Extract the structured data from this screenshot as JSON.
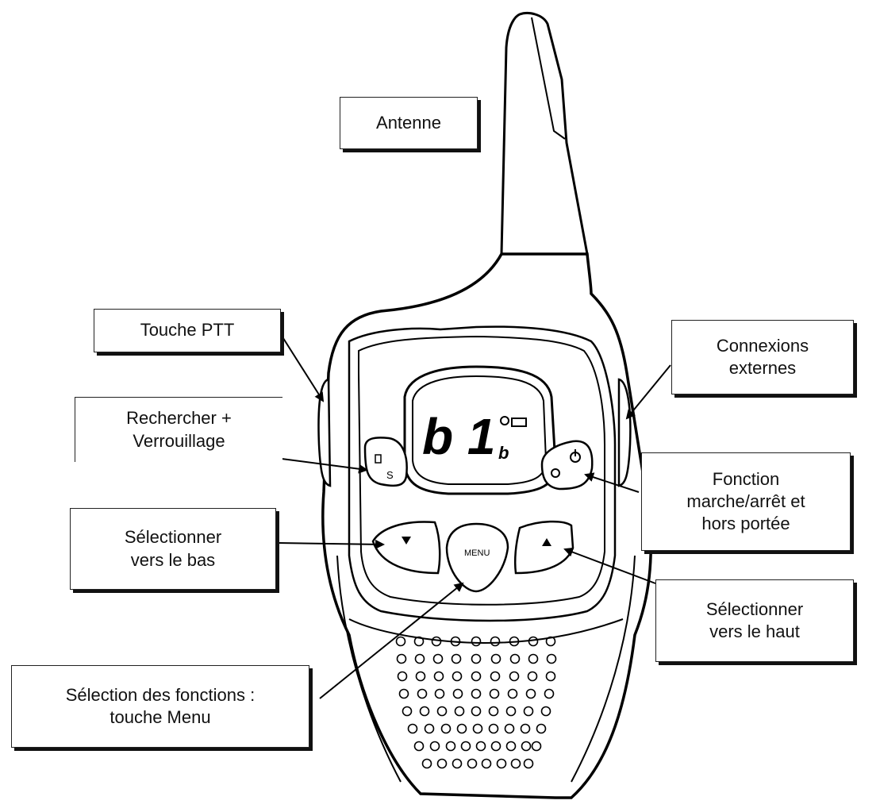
{
  "labels": {
    "antenna": "Antenne",
    "ptt": "Touche PTT",
    "search_lock": [
      "Rechercher +",
      "Verrouillage"
    ],
    "external": [
      "Connexions",
      "externes"
    ],
    "power": [
      "Fonction",
      "marche/arrêt et",
      "hors portée"
    ],
    "select_down": [
      "Sélectionner",
      "vers le bas"
    ],
    "select_up": [
      "Sélectionner",
      "vers le haut"
    ],
    "menu_function": [
      "Sélection des fonctions :",
      "touche Menu"
    ]
  },
  "device": {
    "display_digits": "b 1",
    "display_sub": "b",
    "button_menu": "MENU",
    "button_scan": "S"
  }
}
